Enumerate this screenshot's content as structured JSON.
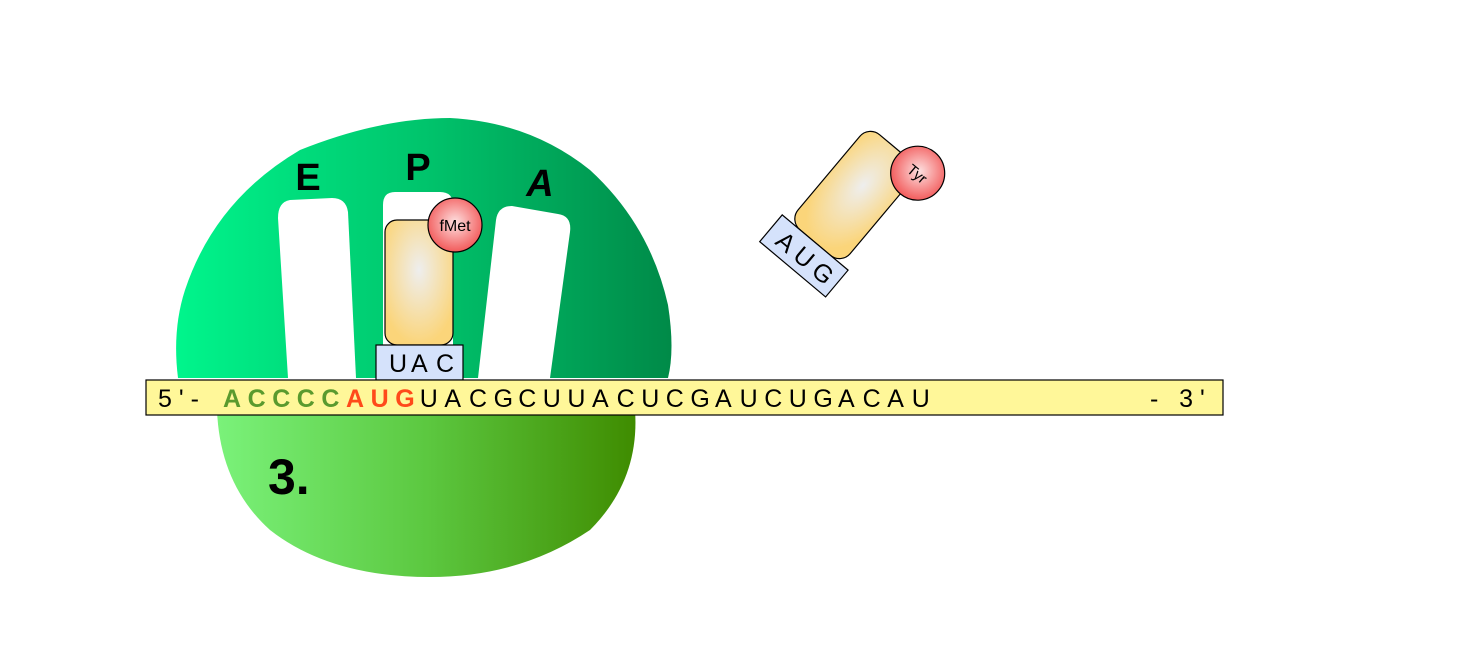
{
  "step_label": "3.",
  "sites": {
    "e": "E",
    "p": "P",
    "a": "A"
  },
  "mrna": {
    "five_prime": "5 ' -",
    "leader": [
      "A",
      "C",
      "C",
      "C",
      "C"
    ],
    "start_codon": [
      "A",
      "U",
      "G"
    ],
    "coding": [
      "U",
      "A",
      "C",
      "G",
      "C",
      "U",
      "U",
      "A",
      "C",
      "U",
      "C",
      "G",
      "A",
      "U",
      "C",
      "U",
      "G",
      "A",
      "C",
      "A",
      "U"
    ],
    "three_prime": "-   3 '"
  },
  "p_site_trna": {
    "amino_acid": "fMet",
    "anticodon": [
      "U",
      "A",
      "C"
    ]
  },
  "incoming_trna": {
    "amino_acid": "Tyr",
    "anticodon": [
      "A",
      "U",
      "G"
    ]
  },
  "colors": {
    "leader": "#5a9a2e",
    "start_codon": "#ff4a1a",
    "mrna_fill": "#fff799",
    "anticodon_fill": "#d5e2fb",
    "amino_acid": "#f25a5a"
  }
}
